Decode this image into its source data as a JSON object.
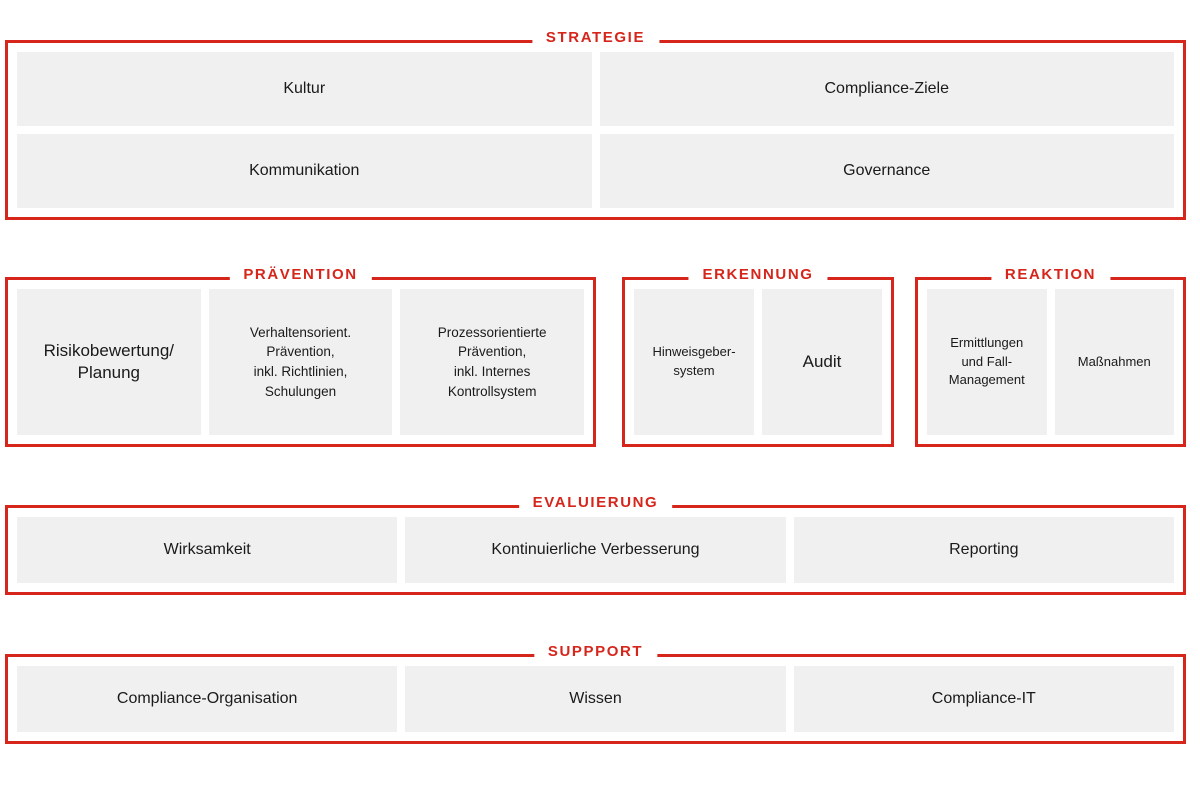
{
  "theme": {
    "accent_red": "#D6261C",
    "box_gray": "#F0F0F0",
    "background": "#FFFFFF",
    "text": "#1A1A1A"
  },
  "diagram": {
    "type": "compliance-management-system-framework",
    "sections": [
      {
        "id": "strategie",
        "title": "STRATEGIE",
        "rows": [
          {
            "cells": [
              {
                "label": "Kultur"
              },
              {
                "label": "Compliance-Ziele"
              }
            ]
          },
          {
            "cells": [
              {
                "label": "Kommunikation"
              },
              {
                "label": "Governance"
              }
            ]
          }
        ]
      },
      {
        "id": "praevention",
        "title": "PRÄVENTION",
        "cells": [
          {
            "label": "Risikobewertung/\nPlanung"
          },
          {
            "label": "Verhaltensorient.\nPrävention,\ninkl. Richtlinien,\nSchulungen"
          },
          {
            "label": "Prozessorientierte\nPrävention,\ninkl. Internes\nKontrollsystem"
          }
        ]
      },
      {
        "id": "erkennung",
        "title": "ERKENNUNG",
        "cells": [
          {
            "label": "Hinweisgeber-\nsystem"
          },
          {
            "label": "Audit"
          }
        ]
      },
      {
        "id": "reaktion",
        "title": "REAKTION",
        "cells": [
          {
            "label": "Ermittlungen\nund Fall-\nManagement"
          },
          {
            "label": "Maßnahmen"
          }
        ]
      },
      {
        "id": "evaluierung",
        "title": "EVALUIERUNG",
        "cells": [
          {
            "label": "Wirksamkeit"
          },
          {
            "label": "Kontinuierliche Verbesserung"
          },
          {
            "label": "Reporting"
          }
        ]
      },
      {
        "id": "support",
        "title": "SUPPPORT",
        "cells": [
          {
            "label": "Compliance-Organisation"
          },
          {
            "label": "Wissen"
          },
          {
            "label": "Compliance-IT"
          }
        ]
      }
    ]
  }
}
